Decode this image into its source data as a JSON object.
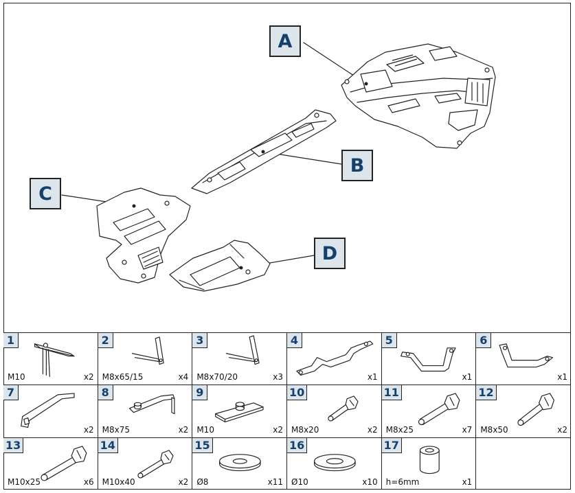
{
  "callouts": [
    {
      "label": "A"
    },
    {
      "label": "B"
    },
    {
      "label": "C"
    },
    {
      "label": "D"
    }
  ],
  "parts": [
    {
      "num": "1",
      "spec": "M10",
      "qty": "x2"
    },
    {
      "num": "2",
      "spec": "M8x65/15",
      "qty": "x4"
    },
    {
      "num": "3",
      "spec": "M8x70/20",
      "qty": "x3"
    },
    {
      "num": "4",
      "spec": "",
      "qty": "x1"
    },
    {
      "num": "5",
      "spec": "",
      "qty": "x1"
    },
    {
      "num": "6",
      "spec": "",
      "qty": "x1"
    },
    {
      "num": "7",
      "spec": "",
      "qty": "x2"
    },
    {
      "num": "8",
      "spec": "M8x75",
      "qty": "x2"
    },
    {
      "num": "9",
      "spec": "M10",
      "qty": "x2"
    },
    {
      "num": "10",
      "spec": "M8x20",
      "qty": "x2"
    },
    {
      "num": "11",
      "spec": "M8x25",
      "qty": "x7"
    },
    {
      "num": "12",
      "spec": "M8x50",
      "qty": "x2"
    },
    {
      "num": "13",
      "spec": "M10x25",
      "qty": "x6"
    },
    {
      "num": "14",
      "spec": "M10x40",
      "qty": "x2"
    },
    {
      "num": "15",
      "spec": "Ø8",
      "qty": "x11"
    },
    {
      "num": "16",
      "spec": "Ø10",
      "qty": "x10"
    },
    {
      "num": "17",
      "spec": "h=6mm",
      "qty": "x1"
    }
  ]
}
